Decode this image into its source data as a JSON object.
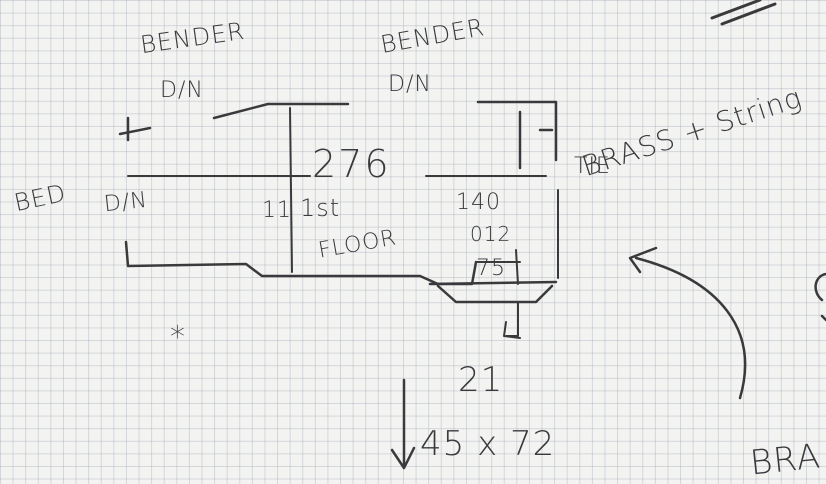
{
  "labels": {
    "bender_left_top": "BENDER",
    "bender_left_sub": "D/N",
    "bender_right_top": "BENDER",
    "bender_right_sub": "D/N",
    "bed_left": "BED",
    "bed_left_sub": "D/N",
    "dimension_main": "276",
    "dim_floor": "1st",
    "dim_floor_num": "11",
    "floor_word": "FLOOR",
    "dim_right": "140",
    "dim_right_sub": "012",
    "dim_step": "75",
    "dim_21": "21",
    "dim_bottom": "45 x 72",
    "tie": "TIE",
    "brass_string": "BRASS + String",
    "brass_bottom": "BRA",
    "star": "*"
  },
  "ink_color": "#3a3a3c"
}
